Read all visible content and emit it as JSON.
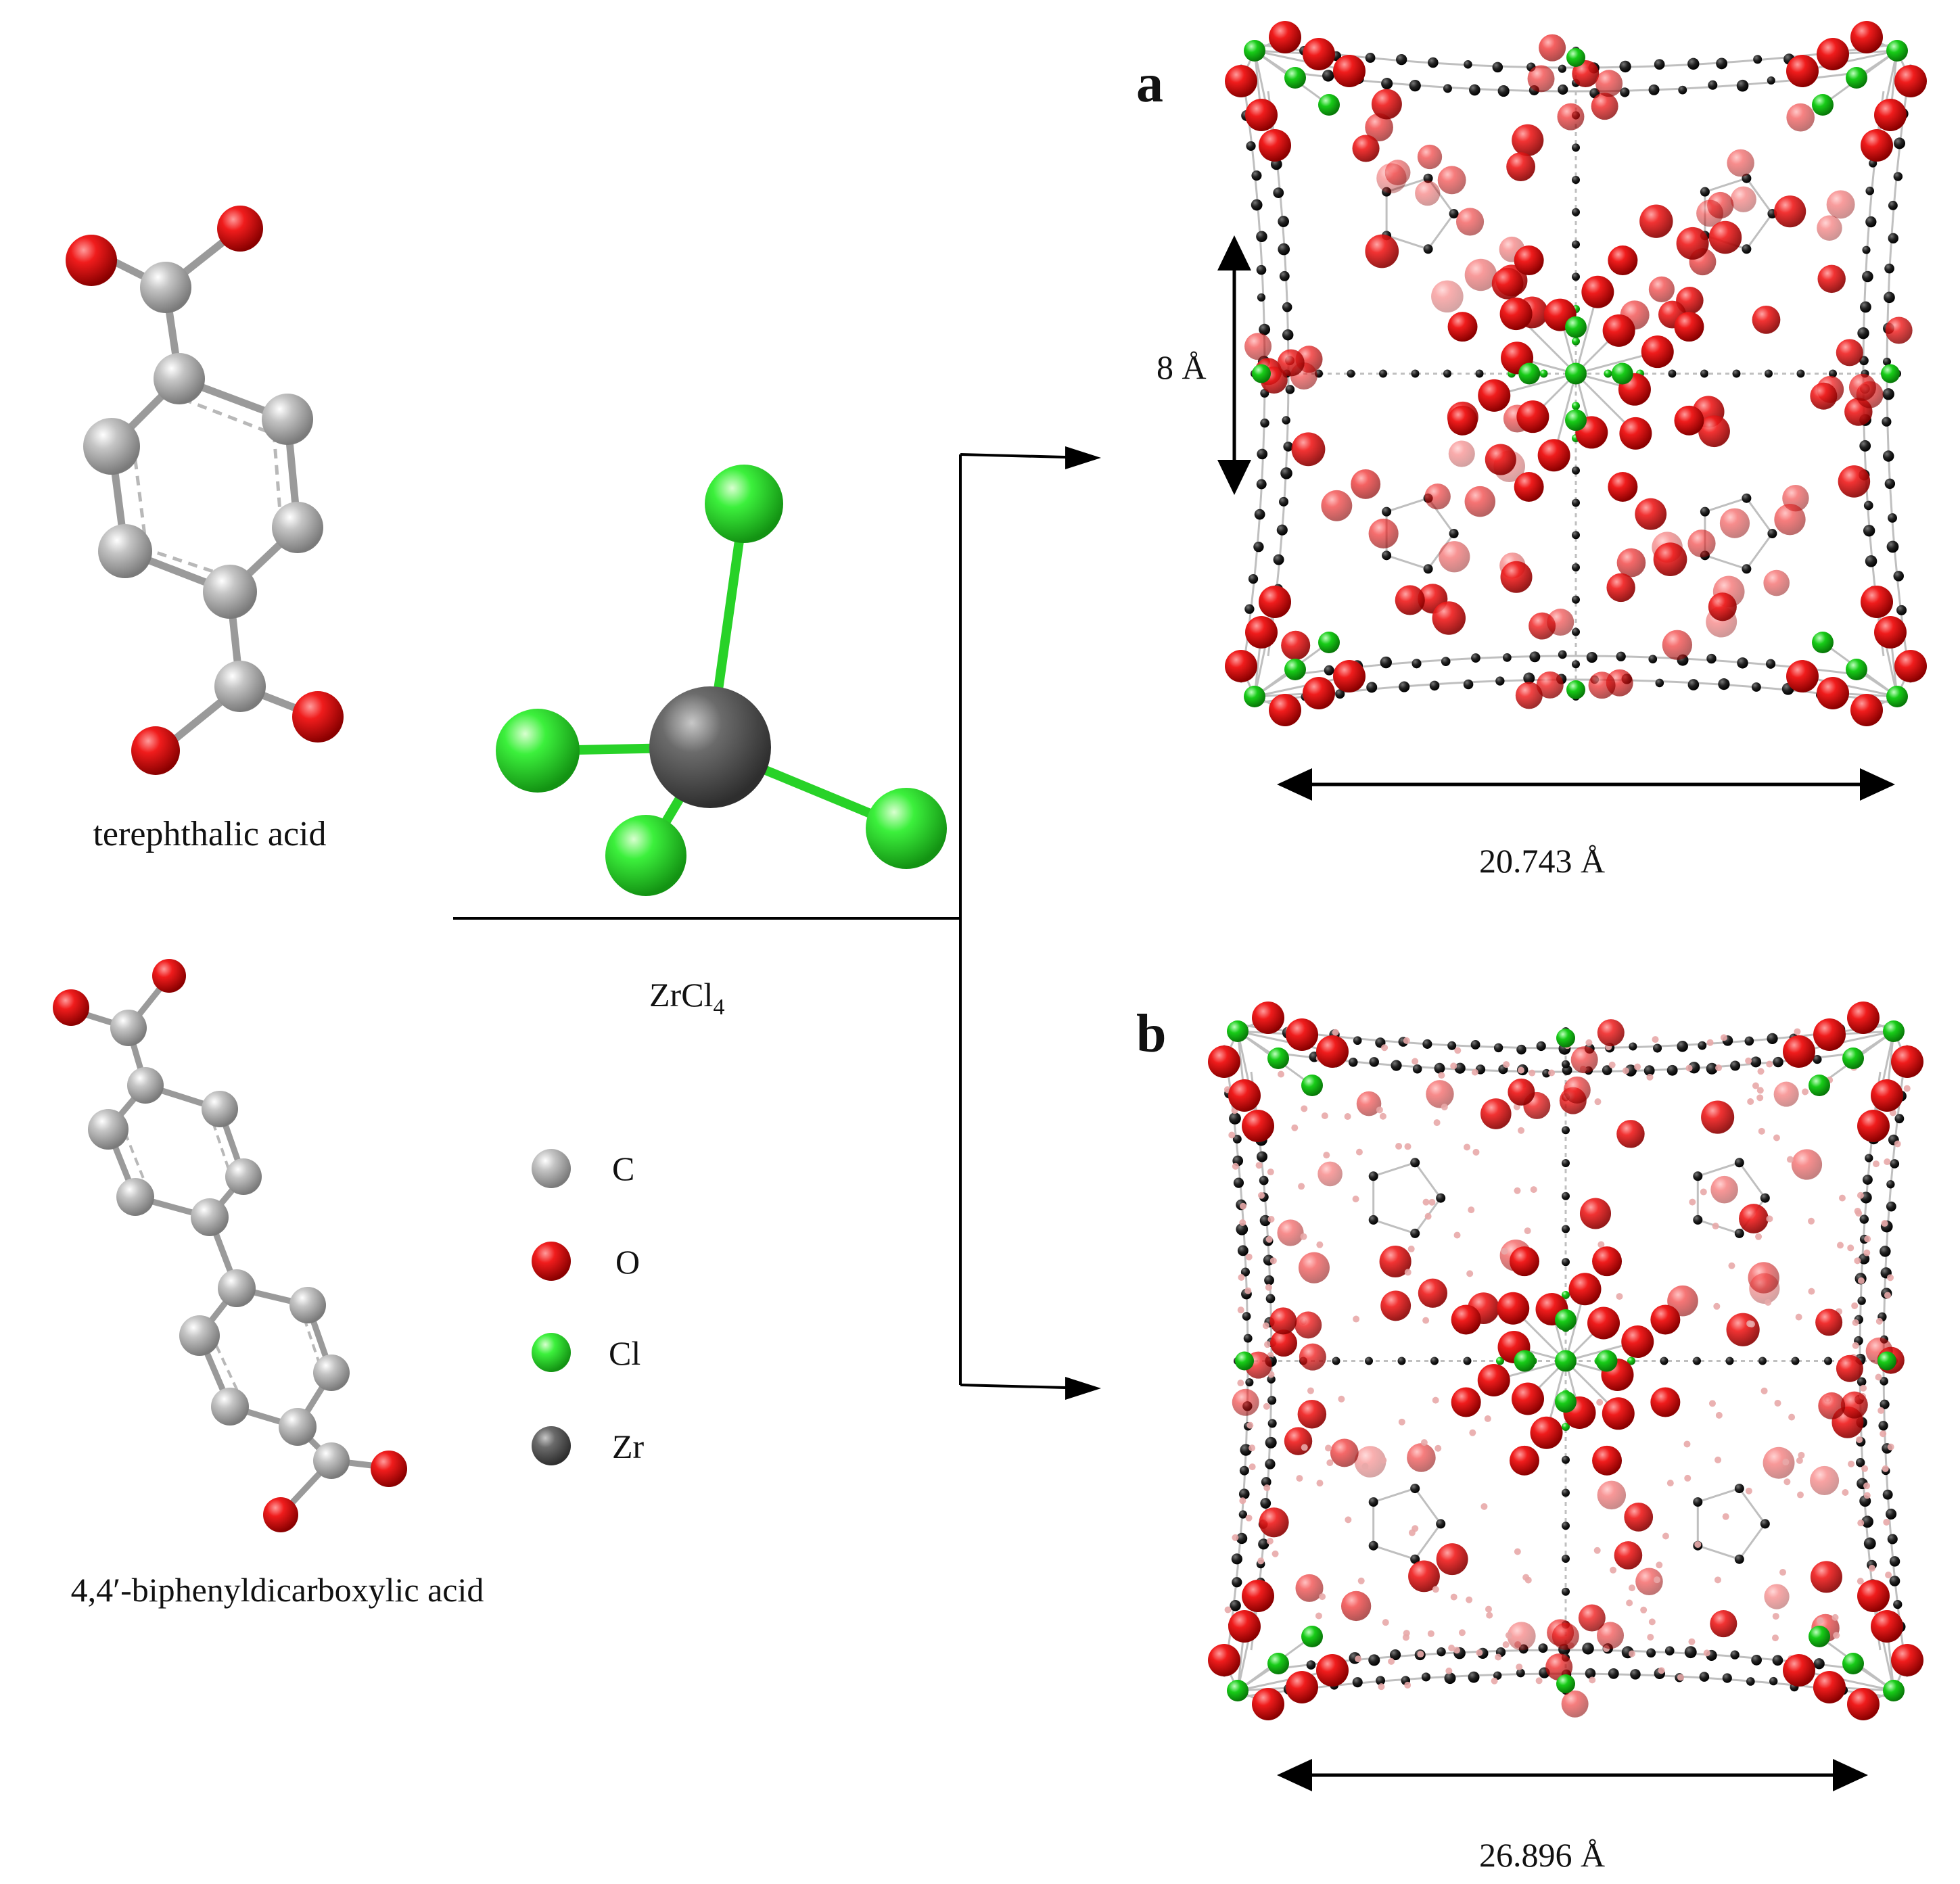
{
  "labels": {
    "terephthalic": "terephthalic acid",
    "biphenyl": "4,4′-biphenyldicarboxylic acid",
    "zrcl4_main": "ZrCl",
    "zrcl4_sub": "4",
    "panel_a": "a",
    "panel_b": "b",
    "dim_a_vertical": "8 Å",
    "dim_a_horizontal": "20.743 Å",
    "dim_b_horizontal": "26.896 Å"
  },
  "legend": [
    {
      "label": "C",
      "color": "#a6a6a6"
    },
    {
      "label": "O",
      "color": "#e0141c"
    },
    {
      "label": "Cl",
      "color": "#2ee02e"
    },
    {
      "label": "Zr",
      "color": "#5b5b5b"
    }
  ],
  "atom_colors": {
    "C": "#a6a6a6",
    "O": "#e0141c",
    "Cl": "#2ee02e",
    "Zr": "#5b5b5b",
    "Zr_framework": "#17c717",
    "C_framework": "#1a1a1a",
    "H": "#e8a8a8"
  }
}
